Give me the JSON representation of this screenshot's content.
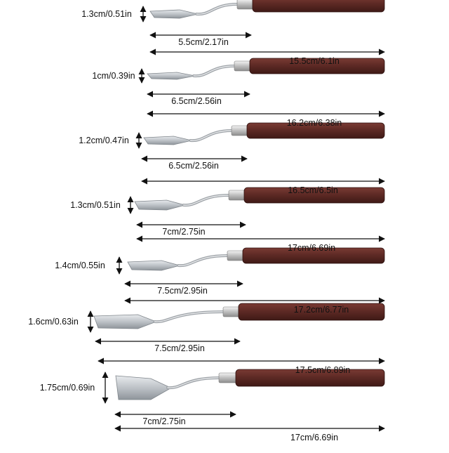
{
  "knives": [
    {
      "width": "1.3cm/0.51in",
      "blade": "5.5cm/2.17in",
      "total": "15.5cm/6.1in"
    },
    {
      "width": "1cm/0.39in",
      "blade": "6.5cm/2.56in",
      "total": "16.2cm/6.38in"
    },
    {
      "width": "1.2cm/0.47in",
      "blade": "6.5cm/2.56in",
      "total": "16.5cm/6.5in"
    },
    {
      "width": "1.3cm/0.51in",
      "blade": "7cm/2.75in",
      "total": "17cm/6.69in"
    },
    {
      "width": "1.4cm/0.55in",
      "blade": "7.5cm/2.95in",
      "total": "17.2cm/6.77in"
    },
    {
      "width": "1.6cm/0.63in",
      "blade": "7.5cm/2.95in",
      "total": "17.5cm/6.89in"
    },
    {
      "width": "1.75cm/0.69in",
      "blade": "7cm/2.75in",
      "total": "17cm/6.69in"
    }
  ],
  "colors": {
    "handle": "#5e2a25",
    "handle_dark": "#3f1a16",
    "ferrule": "#c9c9c9",
    "blade": "#bfc4c8",
    "arrow": "#111111"
  }
}
